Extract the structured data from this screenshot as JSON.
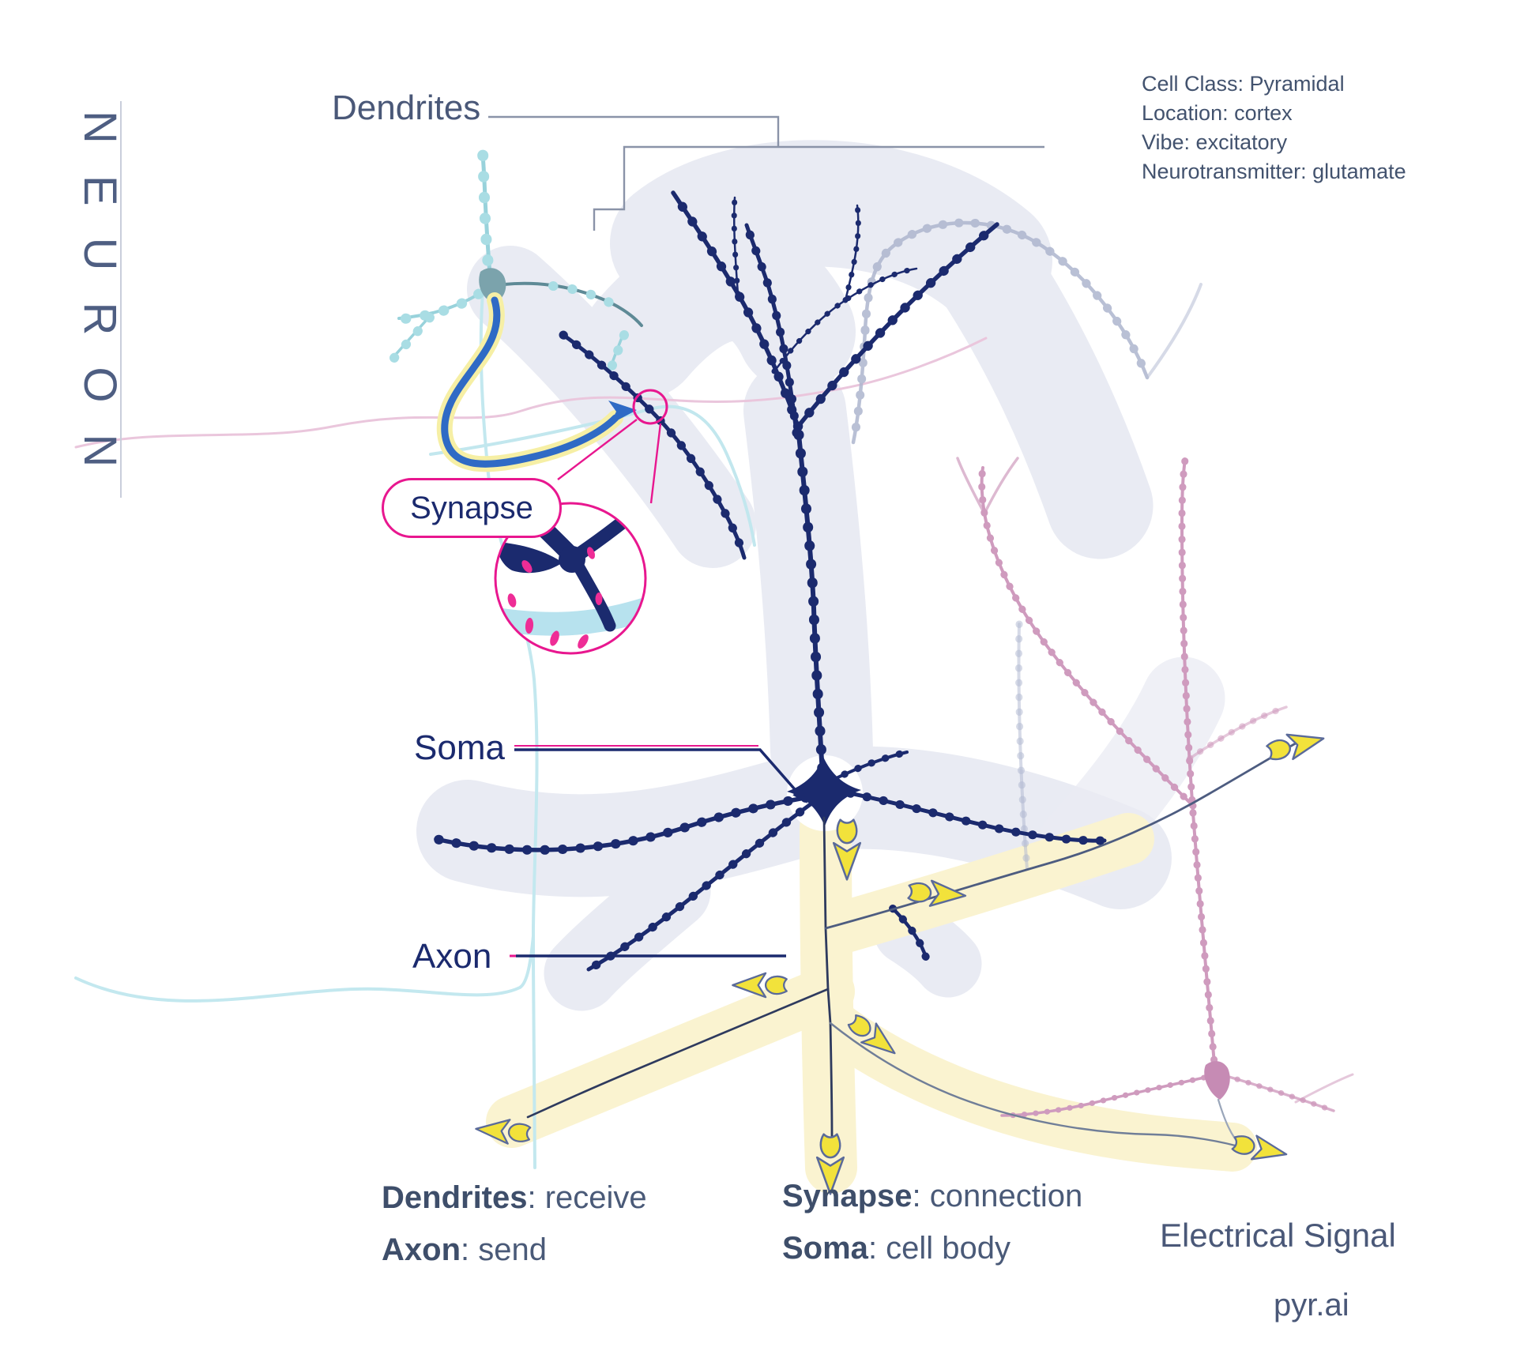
{
  "title": {
    "text": "NEURON"
  },
  "info": {
    "cell_class": "Cell Class: Pyramidal",
    "location": "Location: cortex",
    "vibe": "Vibe: excitatory",
    "neurotransmitter": "Neurotransmitter: glutamate"
  },
  "labels": {
    "dendrites": "Dendrites",
    "synapse": "Synapse",
    "soma": "Soma",
    "axon": "Axon"
  },
  "legend": {
    "dendrites_term": "Dendrites",
    "dendrites_def": ": receive",
    "axon_term": "Axon",
    "axon_def": ": send",
    "synapse_term": "Synapse",
    "synapse_def": ": connection",
    "soma_term": "Soma",
    "soma_def": ": cell body"
  },
  "footer": {
    "electrical_signal": "Electrical Signal",
    "brand": "pyr.ai"
  },
  "icons": {
    "signal_arrow": "electrical-signal-arrow",
    "magnifier": "synapse-magnifier-circle",
    "leader_arrow": "soma-pointer-arrow"
  },
  "colors": {
    "navy": "#1b2a6e",
    "magenta": "#e8178f",
    "signal_yellow": "#f2e23b",
    "highlight_yellow": "#faf3d0",
    "cloud_grey": "#e9ebf3",
    "teal": "#a9dde4",
    "blue_axon": "#2f6ac5",
    "pink_neuron": "#cf9bbe",
    "grey_neuron": "#adb5ce",
    "slate_text": "#4a5878"
  }
}
